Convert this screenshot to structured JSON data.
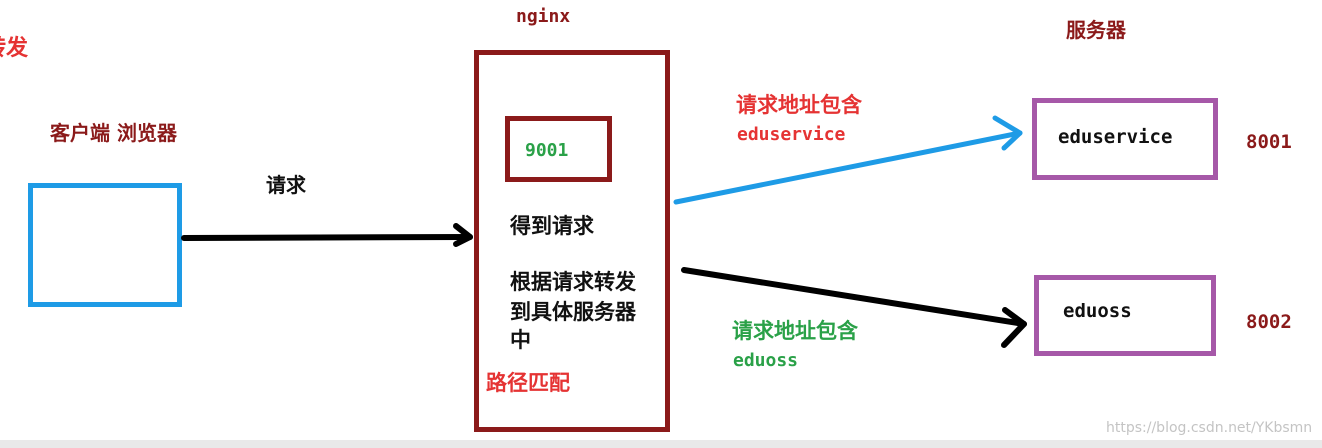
{
  "colors": {
    "client_box": "#1e9be6",
    "nginx_box": "#8b1a1a",
    "server_box": "#a658a8",
    "arrow_black": "#000000",
    "arrow_blue": "#1e9be6",
    "red_text": "#e53333",
    "green_text": "#2aa148",
    "dark_red_text": "#8b1a1a",
    "black_text": "#111111",
    "watermark": "#c4c4c4"
  },
  "labels": {
    "cut_left": "转发",
    "client": "客户端 浏览器",
    "request": "请求",
    "nginx": "nginx",
    "port_9001": "9001",
    "got_request": "得到请求",
    "forward_line1": "根据请求转发",
    "forward_line2": "到具体服务器",
    "forward_line3": "中",
    "path_match": "路径匹配",
    "servers": "服务器",
    "route1_line1": "请求地址包含",
    "route1_line2": "eduservice",
    "route2_line1": "请求地址包含",
    "route2_line2": "eduoss",
    "server1": "eduservice",
    "server2": "eduoss",
    "port_8001": "8001",
    "port_8002": "8002",
    "watermark": "https://blog.csdn.net/YKbsmn"
  }
}
